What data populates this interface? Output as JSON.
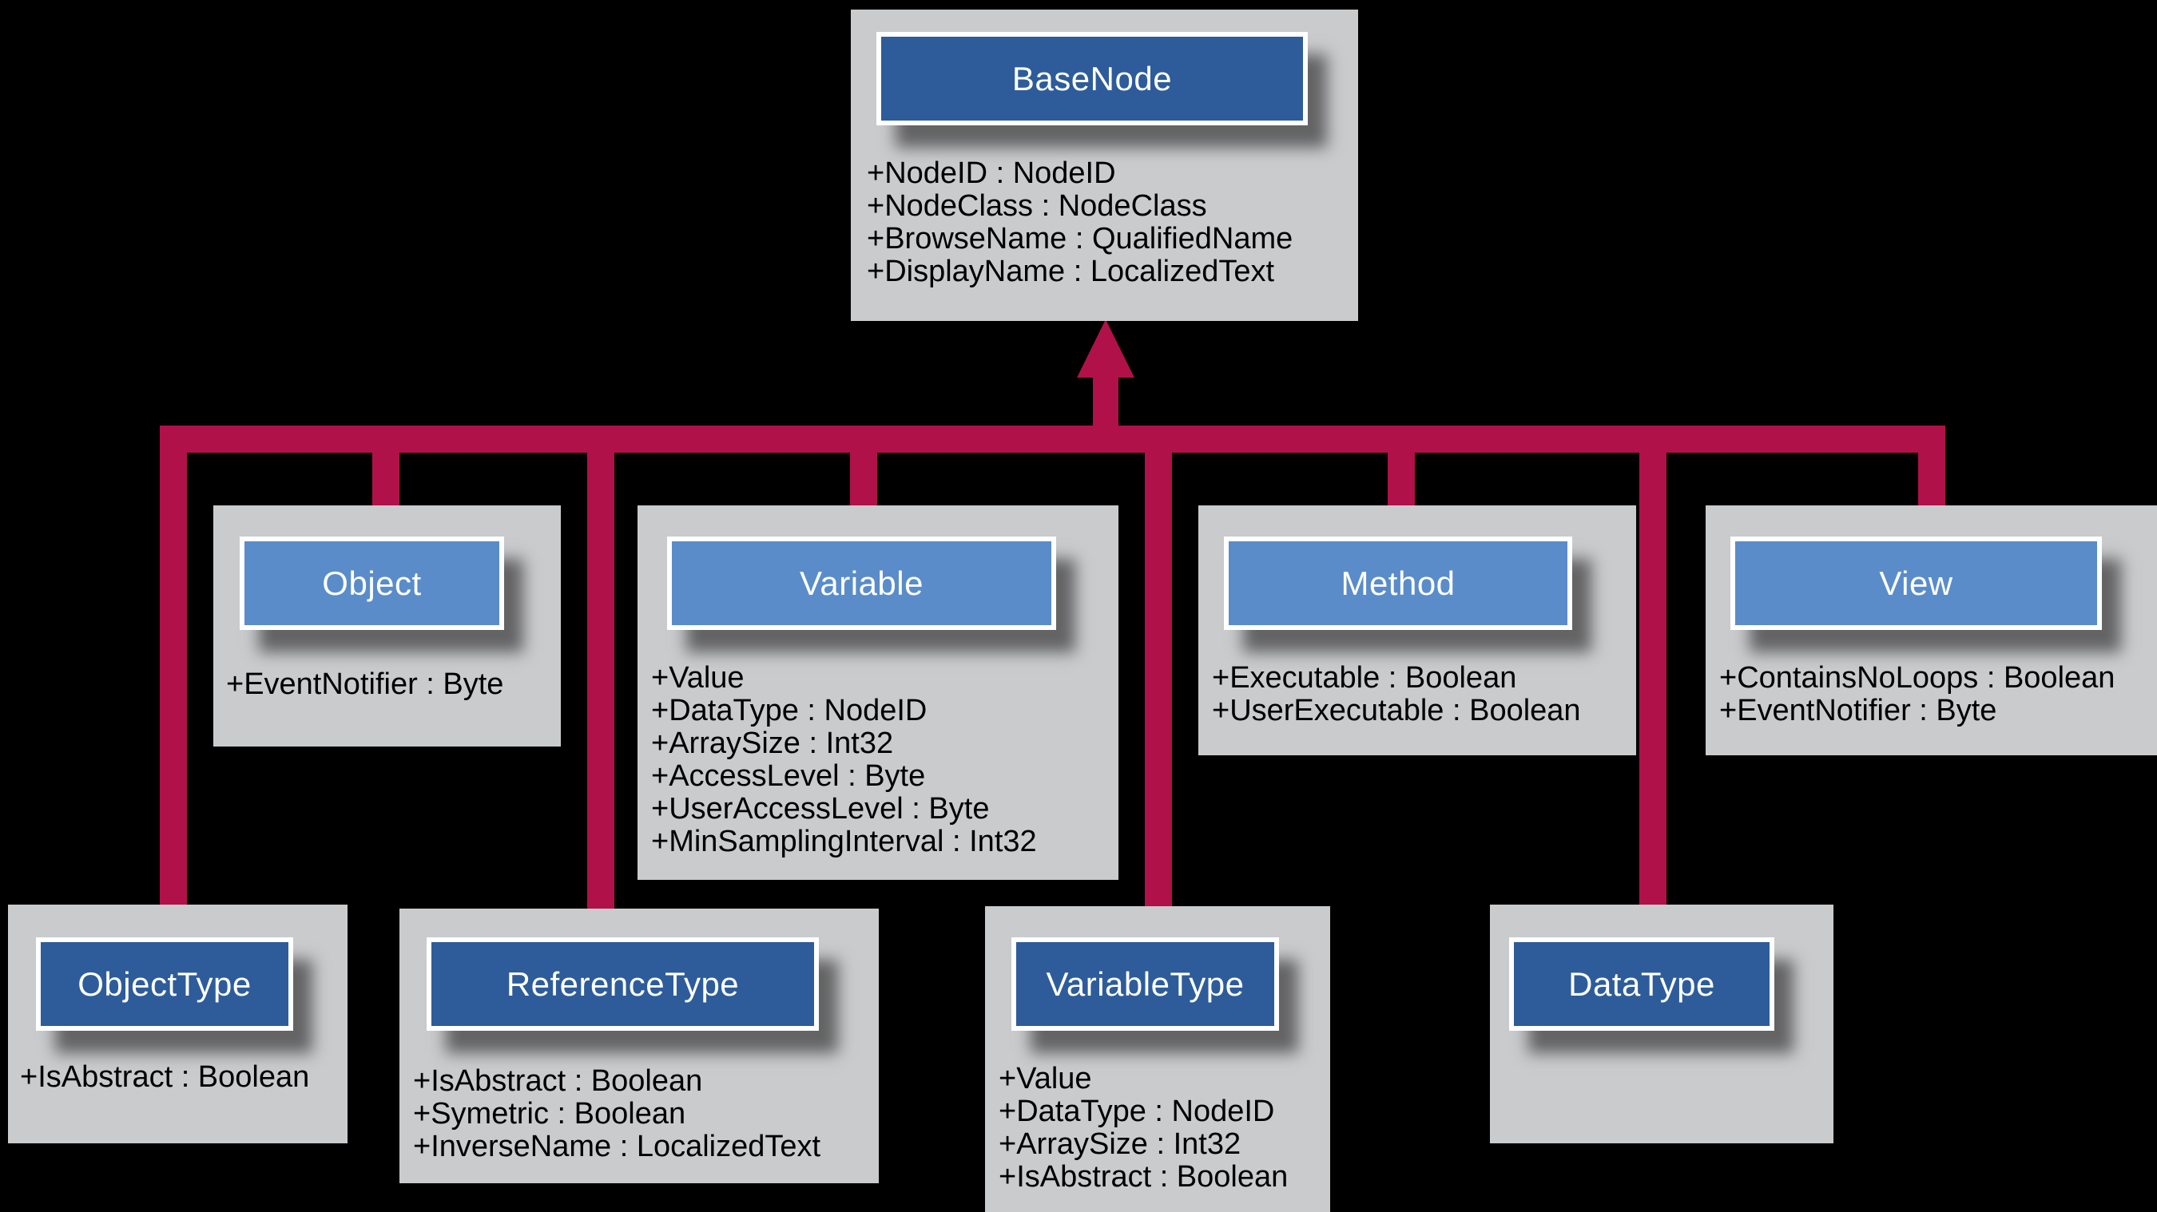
{
  "colors": {
    "background": "#000000",
    "connector": "#B01148",
    "box_body": "#CACBCD",
    "header_dark": "#2E5C9A",
    "header_light": "#5A8CCA",
    "header_border": "#FFFFFF",
    "header_text": "#FFFFFF",
    "attribute_text": "#000000"
  },
  "classes": [
    {
      "title": "BaseNode",
      "header": "dark",
      "attributes": [
        "+NodeID : NodeID",
        "+NodeClass : NodeClass",
        "+BrowseName : QualifiedName",
        "+DisplayName : LocalizedText"
      ]
    },
    {
      "title": "Object",
      "header": "light",
      "attributes": [
        "+EventNotifier : Byte"
      ]
    },
    {
      "title": "Variable",
      "header": "light",
      "attributes": [
        "+Value",
        "+DataType : NodeID",
        "+ArraySize : Int32",
        "+AccessLevel : Byte",
        "+UserAccessLevel : Byte",
        "+MinSamplingInterval : Int32"
      ]
    },
    {
      "title": "Method",
      "header": "light",
      "attributes": [
        "+Executable : Boolean",
        "+UserExecutable : Boolean"
      ]
    },
    {
      "title": "View",
      "header": "light",
      "attributes": [
        "+ContainsNoLoops : Boolean",
        "+EventNotifier : Byte"
      ]
    },
    {
      "title": "ObjectType",
      "header": "dark",
      "attributes": [
        "+IsAbstract : Boolean"
      ]
    },
    {
      "title": "ReferenceType",
      "header": "dark",
      "attributes": [
        "+IsAbstract : Boolean",
        "+Symetric : Boolean",
        "+InverseName : LocalizedText"
      ]
    },
    {
      "title": "VariableType",
      "header": "dark",
      "attributes": [
        "+Value",
        "+DataType : NodeID",
        "+ArraySize : Int32",
        "+IsAbstract : Boolean"
      ]
    },
    {
      "title": "DataType",
      "header": "dark",
      "attributes": []
    }
  ]
}
